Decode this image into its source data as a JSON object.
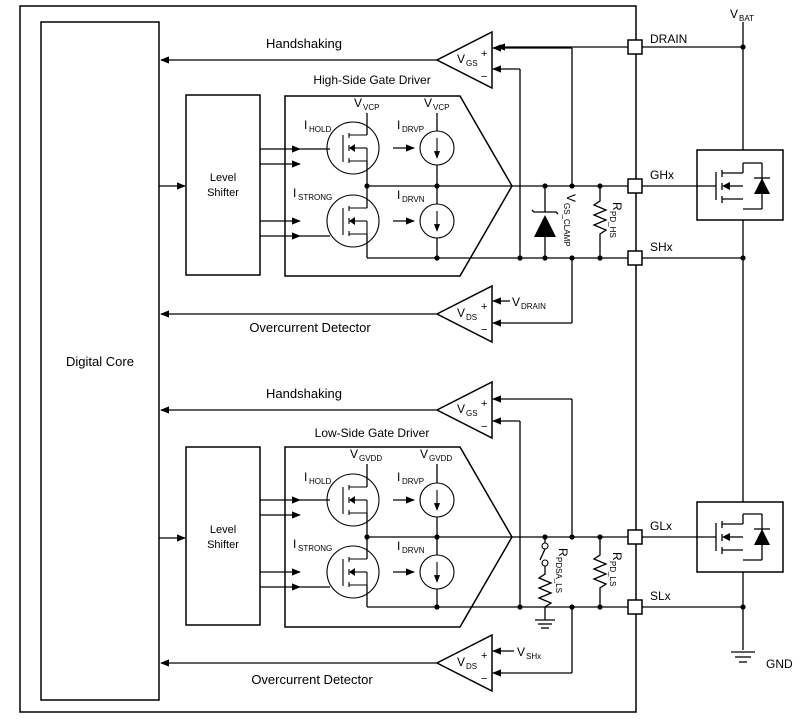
{
  "labels": {
    "digital_core": "Digital Core",
    "level_shifter_line1": "Level",
    "level_shifter_line2": "Shifter",
    "handshaking": "Handshaking",
    "overcurrent_detector": "Overcurrent Detector",
    "hs_driver_title": "High-Side Gate Driver",
    "ls_driver_title": "Low-Side Gate Driver"
  },
  "pins": {
    "drain": "DRAIN",
    "ghx": "GHx",
    "shx": "SHx",
    "glx": "GLx",
    "slx": "SLx"
  },
  "rails": {
    "vbat_main": "V",
    "vbat_sub": "BAT",
    "gnd": "GND"
  },
  "symbols": {
    "v": "V",
    "i": "I",
    "r": "R",
    "vcp": "VCP",
    "gvdd": "GVDD",
    "hold": "HOLD",
    "strong": "STRONG",
    "drvp": "DRVP",
    "drvn": "DRVN",
    "gs": "GS",
    "ds": "DS",
    "drain_sub": "DRAIN",
    "shx_sub": "SHx",
    "gs_clamp": "GS_CLAMP",
    "pd_hs": "PD_HS",
    "pd_ls": "PD_LS",
    "pdsa_ls": "PDSA_LS",
    "plus": "+",
    "minus": "−"
  }
}
